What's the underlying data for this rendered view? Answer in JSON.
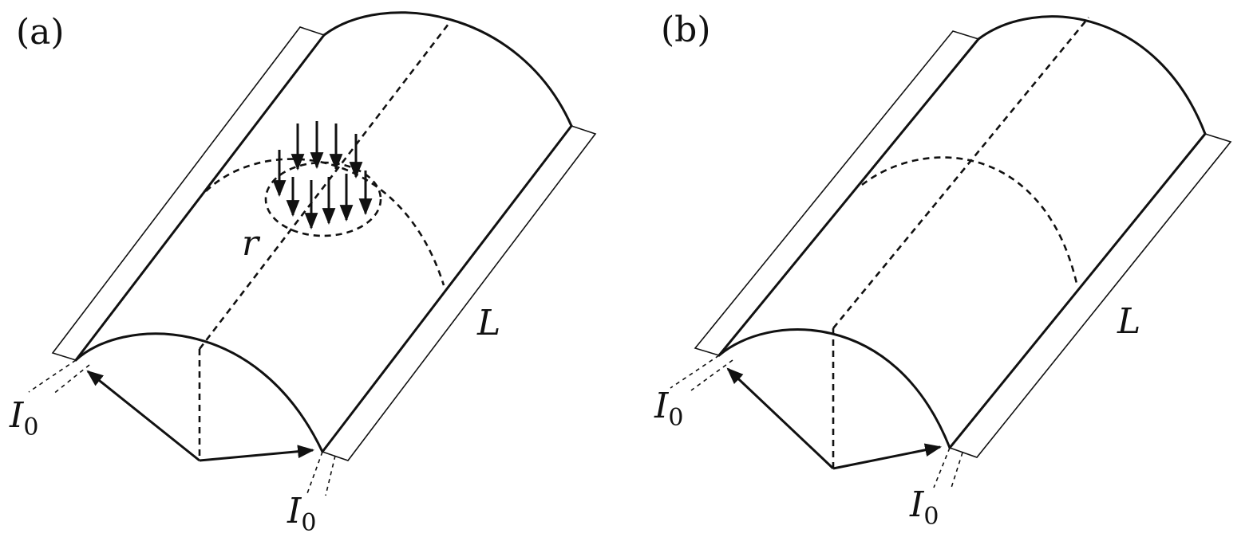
{
  "panels": [
    {
      "label": "(a)",
      "current_symbol": "I",
      "current_subscript": "0",
      "length_symbol": "L",
      "radius_symbol": "r"
    },
    {
      "label": "(b)",
      "current_symbol": "I",
      "current_subscript": "0",
      "length_symbol": "L"
    }
  ]
}
